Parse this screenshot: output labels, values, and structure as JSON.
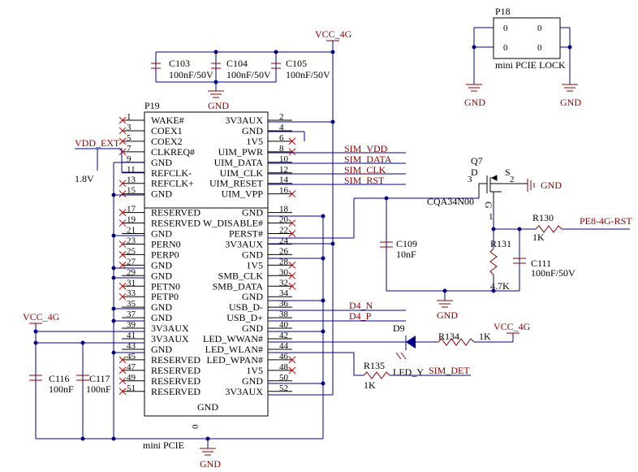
{
  "net_labels": {
    "vcc4g_top": "VCC_4G",
    "vdd_ext": "VDD_EXT",
    "v18": "1.8V",
    "vcc4g_left": "VCC_4G",
    "vcc4g_right": "VCC_4G",
    "sim_vdd": "SIM_VDD",
    "sim_data": "SIM_DATA",
    "sim_clk": "SIM_CLK",
    "sim_rst": "SIM_RST",
    "d4n": "D4_N",
    "d4p": "D4_P",
    "pe8": "PE8-4G-RST",
    "led_sim": "SIM_DET",
    "gnd_top": "GND",
    "gnd_bottom": "GND",
    "gnd_q7": "GND",
    "gnd_r131": "GND",
    "gnd_p18_left": "GND",
    "gnd_p18_right": "GND"
  },
  "caps": {
    "c103_ref": "C103",
    "c103_val": "100nF/50V",
    "c104_ref": "C104",
    "c104_val": "100nF/50V",
    "c105_ref": "C105",
    "c105_val": "100nF/50V",
    "c109_ref": "C109",
    "c109_val": "10nF",
    "c111_ref": "C111",
    "c111_val": "100nF/50V",
    "c116_ref": "C116",
    "c116_val": "100nF",
    "c117_ref": "C117",
    "c117_val": "100nF"
  },
  "resistors": {
    "r130_ref": "R130",
    "r130_val": "1K",
    "r131_ref": "R131",
    "r131_val": "4.7K",
    "r134_ref": "R134",
    "r134_val": "1K",
    "r135_ref": "R135",
    "r135_val": "1K"
  },
  "q7": {
    "ref": "Q7",
    "part": "CQA34N00",
    "d": "D",
    "s": "S",
    "g": "G",
    "pin3": "3",
    "pin2": "2",
    "pin1": "1"
  },
  "d9": {
    "ref": "D9",
    "name": "LED_Y"
  },
  "p18": {
    "ref": "P18",
    "name": "mini PCIE LOCK",
    "pins": [
      "0",
      "0",
      "0",
      "0"
    ]
  },
  "p19": {
    "ref": "P19",
    "footer": "mini PCIE",
    "bottom_gnd": "GND",
    "zero_pin": "0",
    "left_pins": [
      {
        "num": "1",
        "name": "WAKE#"
      },
      {
        "num": "3",
        "name": "COEX1"
      },
      {
        "num": "5",
        "name": "COEX2"
      },
      {
        "num": "7",
        "name": "CLKREQ#"
      },
      {
        "num": "9",
        "name": "GND"
      },
      {
        "num": "11",
        "name": "REFCLK-"
      },
      {
        "num": "13",
        "name": "REFCLK+"
      },
      {
        "num": "15",
        "name": "GND"
      },
      {
        "num": "17",
        "name": "RESERVED"
      },
      {
        "num": "19",
        "name": "RESERVED"
      },
      {
        "num": "21",
        "name": "GND"
      },
      {
        "num": "23",
        "name": "PERN0"
      },
      {
        "num": "25",
        "name": "PERP0"
      },
      {
        "num": "27",
        "name": "GND"
      },
      {
        "num": "29",
        "name": "GND"
      },
      {
        "num": "31",
        "name": "PETN0"
      },
      {
        "num": "33",
        "name": "PETP0"
      },
      {
        "num": "35",
        "name": "GND"
      },
      {
        "num": "37",
        "name": "GND"
      },
      {
        "num": "39",
        "name": "3V3AUX"
      },
      {
        "num": "41",
        "name": "3V3AUX"
      },
      {
        "num": "43",
        "name": "GND"
      },
      {
        "num": "45",
        "name": "RESERVED"
      },
      {
        "num": "47",
        "name": "RESERVED"
      },
      {
        "num": "49",
        "name": "RESERVED"
      },
      {
        "num": "51",
        "name": "RESERVED"
      }
    ],
    "right_pins": [
      {
        "num": "2",
        "name": "3V3AUX"
      },
      {
        "num": "4",
        "name": "GND"
      },
      {
        "num": "6",
        "name": "1V5"
      },
      {
        "num": "8",
        "name": "UIM_PWR"
      },
      {
        "num": "10",
        "name": "UIM_DATA"
      },
      {
        "num": "12",
        "name": "UIM_CLK"
      },
      {
        "num": "14",
        "name": "UIM_RESET"
      },
      {
        "num": "16",
        "name": "UIM_VPP"
      },
      {
        "num": "18",
        "name": "GND"
      },
      {
        "num": "20",
        "name": "W_DISABLE#"
      },
      {
        "num": "22",
        "name": "PERST#"
      },
      {
        "num": "24",
        "name": "3V3AUX"
      },
      {
        "num": "26",
        "name": "GND"
      },
      {
        "num": "28",
        "name": "1V5"
      },
      {
        "num": "30",
        "name": "SMB_CLK"
      },
      {
        "num": "32",
        "name": "SMB_DATA"
      },
      {
        "num": "34",
        "name": "GND"
      },
      {
        "num": "36",
        "name": "USB_D-"
      },
      {
        "num": "38",
        "name": "USB_D+"
      },
      {
        "num": "40",
        "name": "GND"
      },
      {
        "num": "42",
        "name": "LED_WWAN#"
      },
      {
        "num": "44",
        "name": "LED_WLAN#"
      },
      {
        "num": "46",
        "name": "LED_WPAN#"
      },
      {
        "num": "48",
        "name": "1V5"
      },
      {
        "num": "50",
        "name": "GND"
      },
      {
        "num": "52",
        "name": "3V3AUX"
      }
    ],
    "left_nc": [
      "1",
      "3",
      "5",
      "7",
      "13",
      "15",
      "17",
      "19",
      "23",
      "25",
      "27",
      "31",
      "33",
      "45",
      "47",
      "49",
      "51"
    ],
    "right_nc": [
      "6",
      "8",
      "16",
      "20",
      "22",
      "28",
      "30",
      "32",
      "46",
      "48"
    ]
  }
}
